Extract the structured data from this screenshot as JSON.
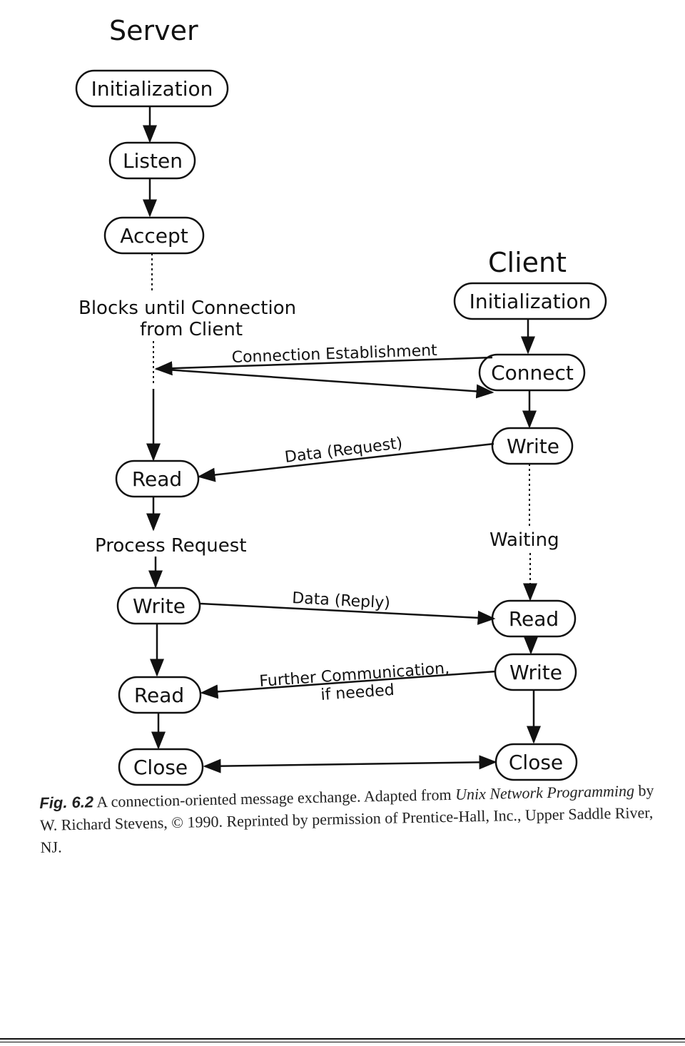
{
  "headings": {
    "server": "Server",
    "client": "Client"
  },
  "server": {
    "initialization": "Initialization",
    "listen": "Listen",
    "accept": "Accept",
    "read_1": "Read",
    "write": "Write",
    "read_2": "Read",
    "close": "Close"
  },
  "client": {
    "initialization": "Initialization",
    "connect": "Connect",
    "write_1": "Write",
    "read": "Read",
    "write_2": "Write",
    "close": "Close"
  },
  "notes": {
    "blocks_line1": "Blocks until Connection",
    "blocks_line2": "from Client",
    "process_request": "Process Request",
    "waiting": "Waiting"
  },
  "messages": {
    "connection_establishment": "Connection Establishment",
    "data_request": "Data (Request)",
    "data_reply": "Data (Reply)",
    "further_line1": "Further Communication,",
    "further_line2": "if needed"
  },
  "caption": {
    "fig_label": "Fig. 6.2",
    "text_1": " A connection-oriented message exchange. Adapted from ",
    "book_title": "Unix Network Programming",
    "text_2": " by W. Richard Stevens, © 1990. Reprinted by permission of Prentice-Hall, Inc., Upper Saddle River, NJ."
  }
}
